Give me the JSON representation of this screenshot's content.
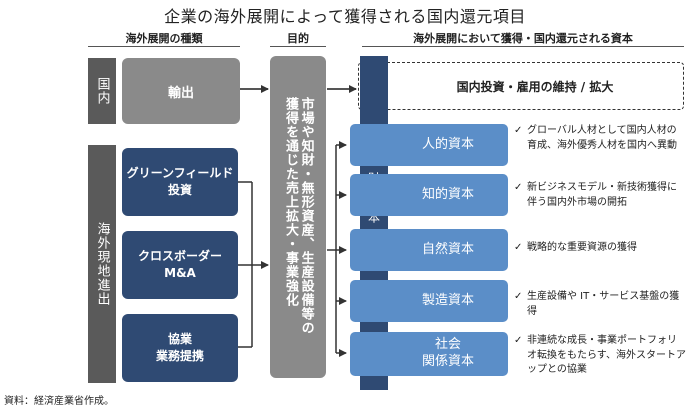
{
  "title": "企業の海外展開によって獲得される国内還元項目",
  "headers": {
    "types": "海外展開の種類",
    "purpose": "目的",
    "capitals": "海外展開において獲得・国内還元される資本"
  },
  "domestic": {
    "label": "国内",
    "export": "輸出",
    "outcome": "国内投資・雇用の維持 / 拡大"
  },
  "overseas": {
    "label": "海外現地進出",
    "types": [
      {
        "line1": "グリーンフィールド",
        "line2": "投資"
      },
      {
        "line1": "クロスボーダー",
        "line2": "M&A"
      },
      {
        "line1": "協業",
        "line2": "業務提携"
      }
    ]
  },
  "purpose_text": "市場や知財・無形資産、生産設備等の獲得を通じた売上拡大・事業強化",
  "finance_capital": "財務資本",
  "capitals": [
    {
      "line1": "人的資本",
      "line2": "",
      "desc": "グローバル人材として国内人材の育成、海外優秀人材を国内へ異動"
    },
    {
      "line1": "知的資本",
      "line2": "",
      "desc": "新ビジネスモデル・新技術獲得に伴う国内外市場の開拓"
    },
    {
      "line1": "自然資本",
      "line2": "",
      "desc": "戦略的な重要資源の獲得"
    },
    {
      "line1": "製造資本",
      "line2": "",
      "desc": "生産設備や IT・サービス基盤の獲得"
    },
    {
      "line1": "社会",
      "line2": "関係資本",
      "desc": "非連続な成長・事業ポートフォリオ転換をもたらす、海外スタートアップとの協業"
    }
  ],
  "check_mark": "✓",
  "source": "資料：経済産業省作成。",
  "colors": {
    "navy": "#2f4a73",
    "blue": "#5b8ec8",
    "gray": "#8a8a8a",
    "dark_gray": "#5a5a5a"
  }
}
